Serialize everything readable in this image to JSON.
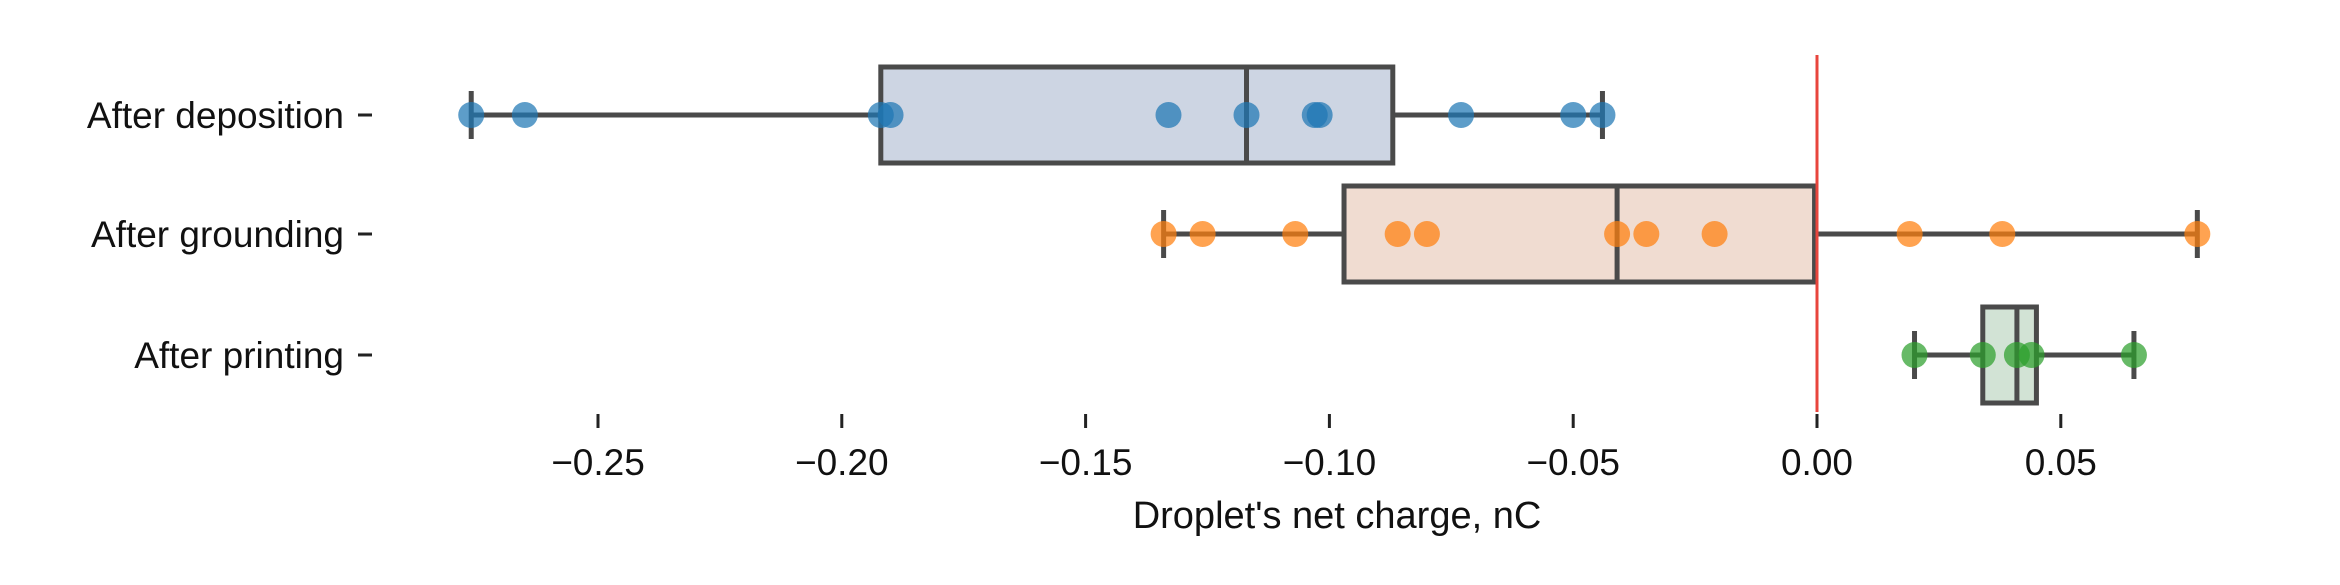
{
  "chart_data": {
    "type": "box",
    "orientation": "horizontal",
    "title": "",
    "xlabel": "Droplet's net charge, nC",
    "ylabel": "",
    "xlim": [
      -0.29,
      0.08
    ],
    "x_ticks": [
      -0.25,
      -0.2,
      -0.15,
      -0.1,
      -0.05,
      0.0,
      0.05
    ],
    "x_tick_labels": [
      "−0.25",
      "−0.20",
      "−0.15",
      "−0.10",
      "−0.05",
      "0.00",
      "0.05"
    ],
    "reference_line": {
      "x": 0.0,
      "color": "#e8453c"
    },
    "grid": false,
    "categories": [
      "After deposition",
      "After grounding",
      "After printing"
    ],
    "series": [
      {
        "category": "After deposition",
        "color": "#1f77b4",
        "box_fill": "#cdd5e3",
        "whisker_low": -0.276,
        "q1": -0.192,
        "median": -0.117,
        "q3": -0.087,
        "whisker_high": -0.044,
        "points": [
          -0.276,
          -0.265,
          -0.192,
          -0.19,
          -0.133,
          -0.117,
          -0.103,
          -0.102,
          -0.073,
          -0.05,
          -0.044
        ]
      },
      {
        "category": "After grounding",
        "color": "#ff7f0e",
        "box_fill": "#f0dcd1",
        "whisker_low": -0.134,
        "q1": -0.097,
        "median": -0.041,
        "q3": -0.0005,
        "whisker_high": 0.078,
        "points": [
          -0.134,
          -0.126,
          -0.107,
          -0.086,
          -0.08,
          -0.041,
          -0.035,
          -0.021,
          0.019,
          0.038,
          0.078
        ]
      },
      {
        "category": "After printing",
        "color": "#2ca02c",
        "box_fill": "#d2e3d5",
        "whisker_low": 0.02,
        "q1": 0.034,
        "median": 0.041,
        "q3": 0.045,
        "whisker_high": 0.065,
        "points": [
          0.02,
          0.034,
          0.041,
          0.044,
          0.065
        ]
      }
    ]
  }
}
